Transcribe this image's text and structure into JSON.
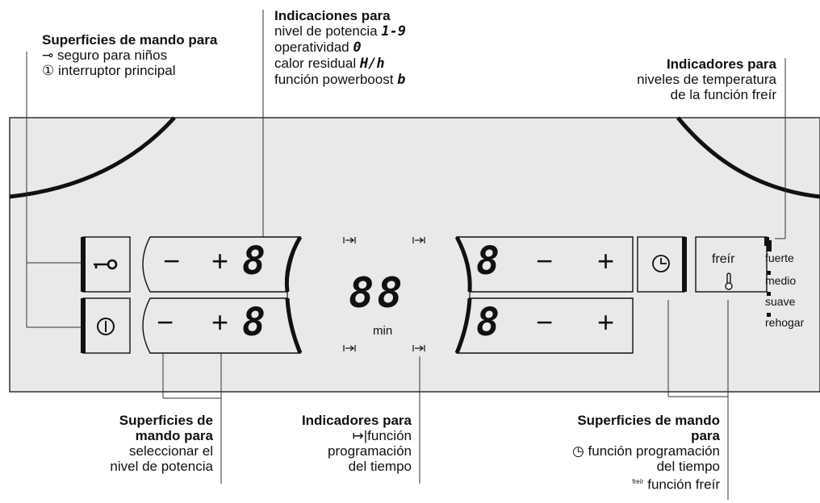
{
  "callouts": {
    "top_left": {
      "title": "Superficies de mando para",
      "lines": [
        "⊸ seguro para niños",
        "① interruptor principal"
      ],
      "line_texts": [
        "seguro para niños",
        "interruptor principal"
      ]
    },
    "top_center": {
      "title": "Indicaciones para",
      "lines": [
        "nivel de potencia",
        "operatividad",
        "calor residual",
        "función powerboost"
      ],
      "codes": [
        "1-9",
        "0",
        "H/h",
        "b"
      ]
    },
    "top_right": {
      "title": "Indicadores para",
      "lines": [
        "niveles de temperatura",
        "de la función freír"
      ]
    },
    "bottom_left": {
      "title_1": "Superficies de",
      "title_2": "mando para",
      "lines": [
        "seleccionar el",
        "nivel de potencia"
      ]
    },
    "bottom_center": {
      "title": "Indicadores para",
      "lines": [
        "función",
        "programación",
        "del tiempo"
      ]
    },
    "bottom_right": {
      "title_1": "Superficies de mando",
      "title_2": "para",
      "lines": [
        "función programación",
        "del tiempo",
        "función freír"
      ]
    }
  },
  "panel": {
    "minus": "−",
    "plus": "+",
    "digit": "8",
    "timer_digits": "88",
    "timer_unit": "min",
    "frying_label": "freír",
    "levels": [
      "fuerte",
      "medio",
      "suave",
      "rehogar"
    ],
    "mini_label": "freír"
  }
}
